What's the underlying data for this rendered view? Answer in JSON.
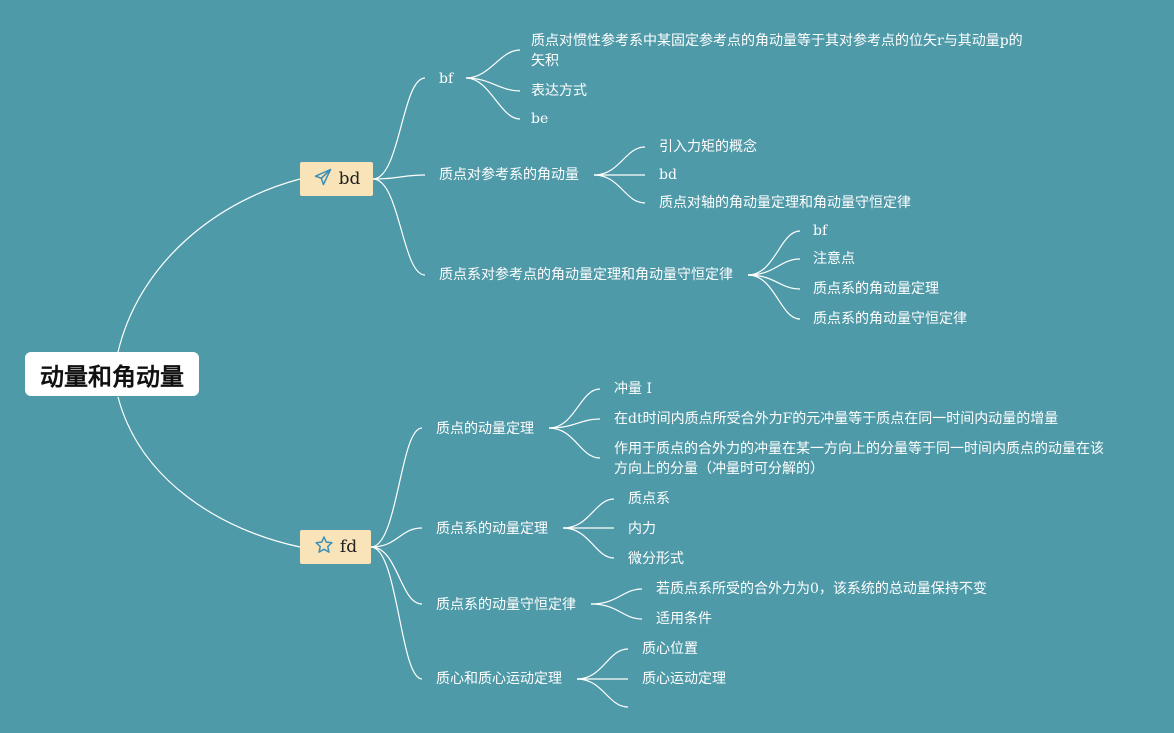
{
  "root": {
    "label": "动量和角动量"
  },
  "branch_bd": {
    "label": "bd",
    "icon": "paper-plane-icon",
    "children": [
      {
        "label": "bf",
        "children": [
          "质点对惯性参考系中某固定参考点的角动量等于其对参考点的位矢r与其动量p的矢积",
          "表达方式",
          "be"
        ]
      },
      {
        "label": "质点对参考系的角动量",
        "children": [
          "引入力矩的概念",
          "bd",
          "质点对轴的角动量定理和角动量守恒定律"
        ]
      },
      {
        "label": "质点系对参考点的角动量定理和角动量守恒定律",
        "children": [
          "bf",
          "注意点",
          "质点系的角动量定理",
          "质点系的角动量守恒定律"
        ]
      }
    ]
  },
  "branch_fd": {
    "label": "fd",
    "icon": "star-icon",
    "children": [
      {
        "label": "质点的动量定理",
        "children": [
          "冲量 I",
          "在dt时间内质点所受合外力F的元冲量等于质点在同一时间内动量的增量",
          "作用于质点的合外力的冲量在某一方向上的分量等于同一时间内质点的动量在该方向上的分量（冲量时可分解的）"
        ]
      },
      {
        "label": "质点系的动量定理",
        "children": [
          "质点系",
          "内力",
          "微分形式"
        ]
      },
      {
        "label": "质点系的动量守恒定律",
        "children": [
          "若质点系所受的合外力为0，该系统的总动量保持不变",
          "适用条件"
        ]
      },
      {
        "label": "质心和质心运动定理",
        "children": [
          "质心位置",
          "质心运动定理",
          ""
        ]
      }
    ]
  },
  "colors": {
    "background": "#4f9aa8",
    "line": "#ffffff",
    "branch_fill": "#f9e3b8",
    "icon": "#3b8fb5"
  }
}
